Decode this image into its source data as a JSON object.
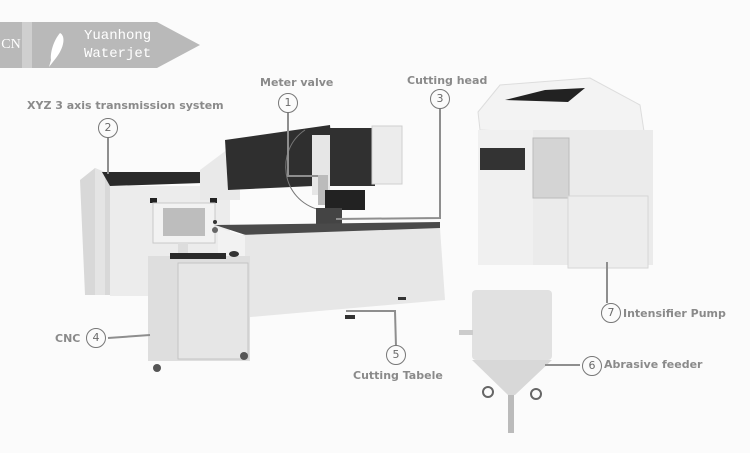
{
  "banner": {
    "lang": "CN",
    "brand_line1": "Yuanhong",
    "brand_line2": "Waterjet",
    "icon": "feather-icon",
    "color": "#b9b9b9"
  },
  "callouts": [
    {
      "number": "1",
      "symbol": "①",
      "label": "Meter valve"
    },
    {
      "number": "2",
      "symbol": "②",
      "label": "XYZ 3 axis transmission system"
    },
    {
      "number": "3",
      "symbol": "③",
      "label": "Cutting head"
    },
    {
      "number": "4",
      "symbol": "④",
      "label": "CNC"
    },
    {
      "number": "5",
      "symbol": "⑤",
      "label": "Cutting Tabele"
    },
    {
      "number": "6",
      "symbol": "⑥",
      "label": "Abrasive feeder"
    },
    {
      "number": "7",
      "symbol": "⑦",
      "label": "Intensifier Pump"
    }
  ],
  "colors": {
    "label_text": "#8a8a8a",
    "leader_line": "#8e8e8e",
    "background": "#fbfbfb"
  }
}
